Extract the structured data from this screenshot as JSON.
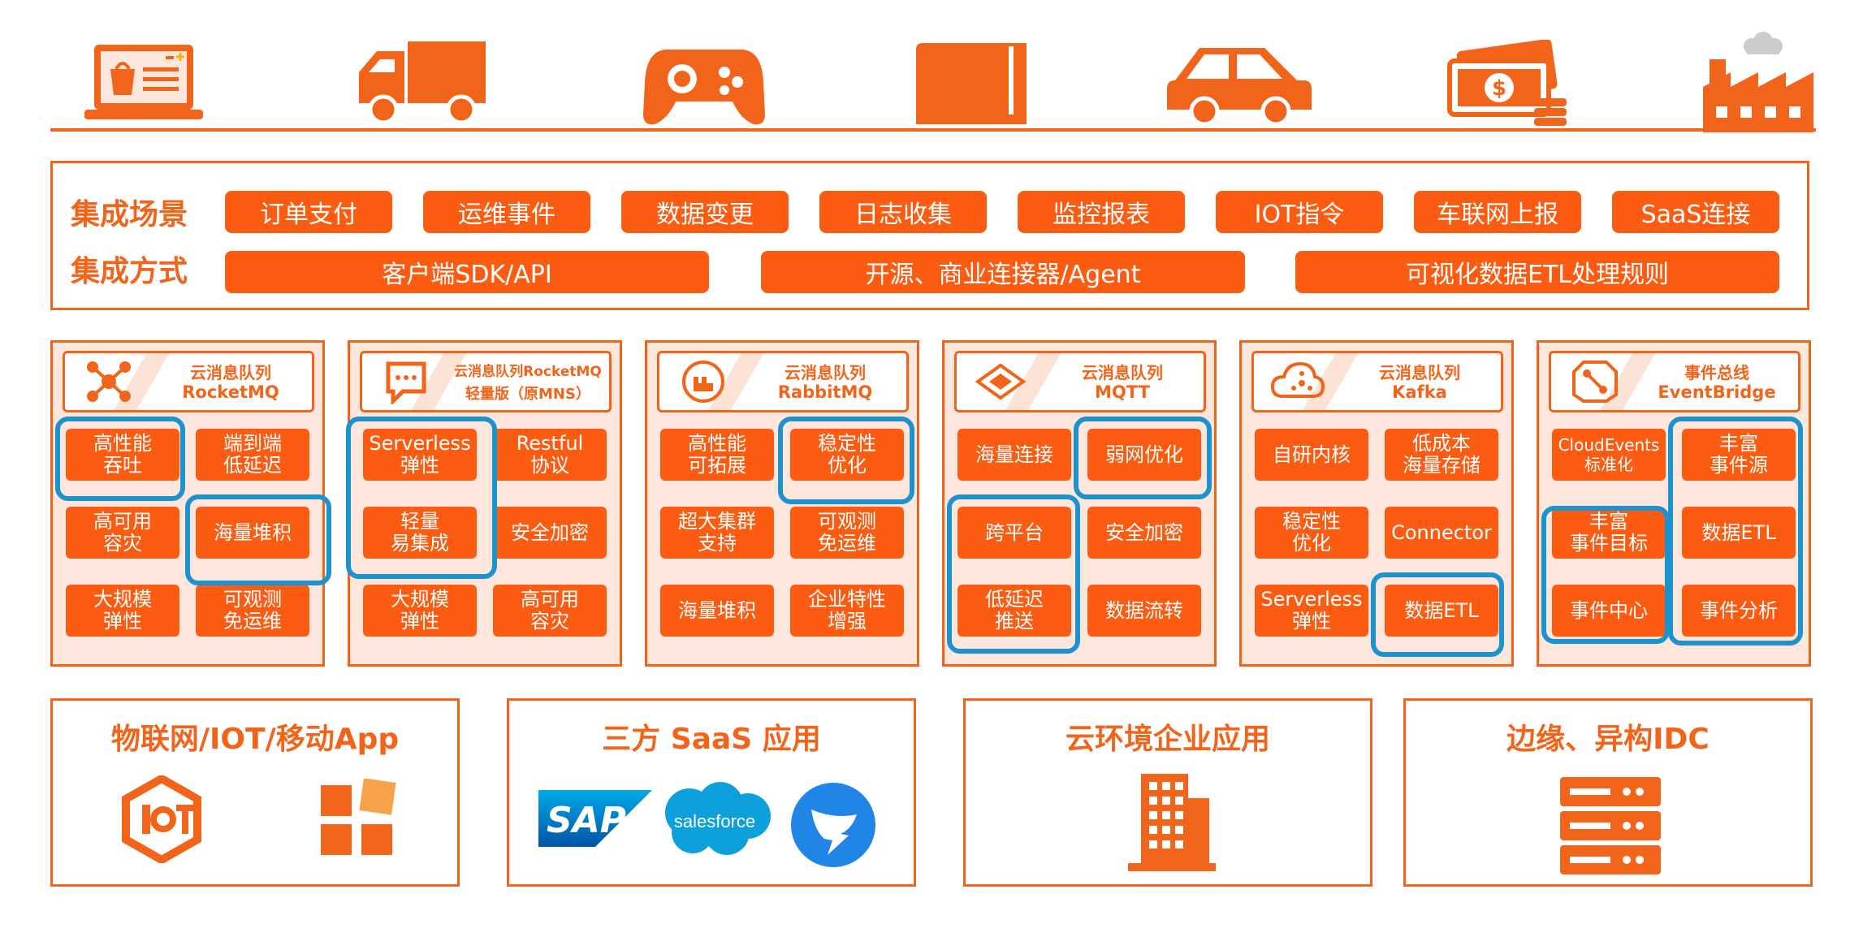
{
  "colors": {
    "accent": "#f26419",
    "cell": "#fb5c12",
    "card_bg": "#fde7dc",
    "highlight": "#1c93cf"
  },
  "top_icons": [
    "laptop-shopping-icon",
    "truck-icon",
    "gamepad-icon",
    "book-icon",
    "car-icon",
    "money-icon",
    "factory-icon"
  ],
  "integration": {
    "scenario_label": "集成场景",
    "method_label": "集成方式",
    "scenarios": [
      "订单支付",
      "运维事件",
      "数据变更",
      "日志收集",
      "监控报表",
      "IOT指令",
      "车联网上报",
      "SaaS连接"
    ],
    "methods": [
      "客户端SDK/API",
      "开源、商业连接器/Agent",
      "可视化数据ETL处理规则"
    ]
  },
  "products": [
    {
      "title": "云消息队列",
      "subtitle": "RocketMQ",
      "cells": [
        [
          "高性能",
          "吞吐"
        ],
        [
          "端到端",
          "低延迟"
        ],
        [
          "高可用",
          "容灾"
        ],
        [
          "海量堆积"
        ],
        [
          "大规模",
          "弹性"
        ],
        [
          "可观测",
          "免运维"
        ]
      ]
    },
    {
      "title": "云消息队列RocketMQ",
      "subtitle": "轻量版（原MNS）",
      "cells": [
        [
          "Serverless",
          "弹性"
        ],
        [
          "Restful",
          "协议"
        ],
        [
          "轻量",
          "易集成"
        ],
        [
          "安全加密"
        ],
        [
          "大规模",
          "弹性"
        ],
        [
          "高可用",
          "容灾"
        ]
      ]
    },
    {
      "title": "云消息队列",
      "subtitle": "RabbitMQ",
      "cells": [
        [
          "高性能",
          "可拓展"
        ],
        [
          "稳定性",
          "优化"
        ],
        [
          "超大集群",
          "支持"
        ],
        [
          "可观测",
          "免运维"
        ],
        [
          "海量堆积"
        ],
        [
          "企业特性",
          "增强"
        ]
      ]
    },
    {
      "title": "云消息队列",
      "subtitle": "MQTT",
      "cells": [
        [
          "海量连接"
        ],
        [
          "弱网优化"
        ],
        [
          "跨平台"
        ],
        [
          "安全加密"
        ],
        [
          "低延迟",
          "推送"
        ],
        [
          "数据流转"
        ]
      ]
    },
    {
      "title": "云消息队列",
      "subtitle": "Kafka",
      "cells": [
        [
          "自研内核"
        ],
        [
          "低成本",
          "海量存储"
        ],
        [
          "稳定性",
          "优化"
        ],
        [
          "Connector"
        ],
        [
          "Serverless",
          "弹性"
        ],
        [
          "数据ETL"
        ]
      ]
    },
    {
      "title": "事件总线",
      "subtitle": "EventBridge",
      "cells": [
        [
          "CloudEvents",
          "标准化"
        ],
        [
          "丰富",
          "事件源"
        ],
        [
          "丰富",
          "事件目标"
        ],
        [
          "数据ETL"
        ],
        [
          "事件中心"
        ],
        [
          "事件分析"
        ]
      ]
    }
  ],
  "bottom": [
    {
      "title": "物联网/IOT/移动App",
      "logos": []
    },
    {
      "title": "三方 SaaS 应用",
      "logos": [
        "SAP",
        "salesforce"
      ]
    },
    {
      "title": "云环境企业应用",
      "logos": []
    },
    {
      "title": "边缘、异构IDC",
      "logos": []
    }
  ]
}
